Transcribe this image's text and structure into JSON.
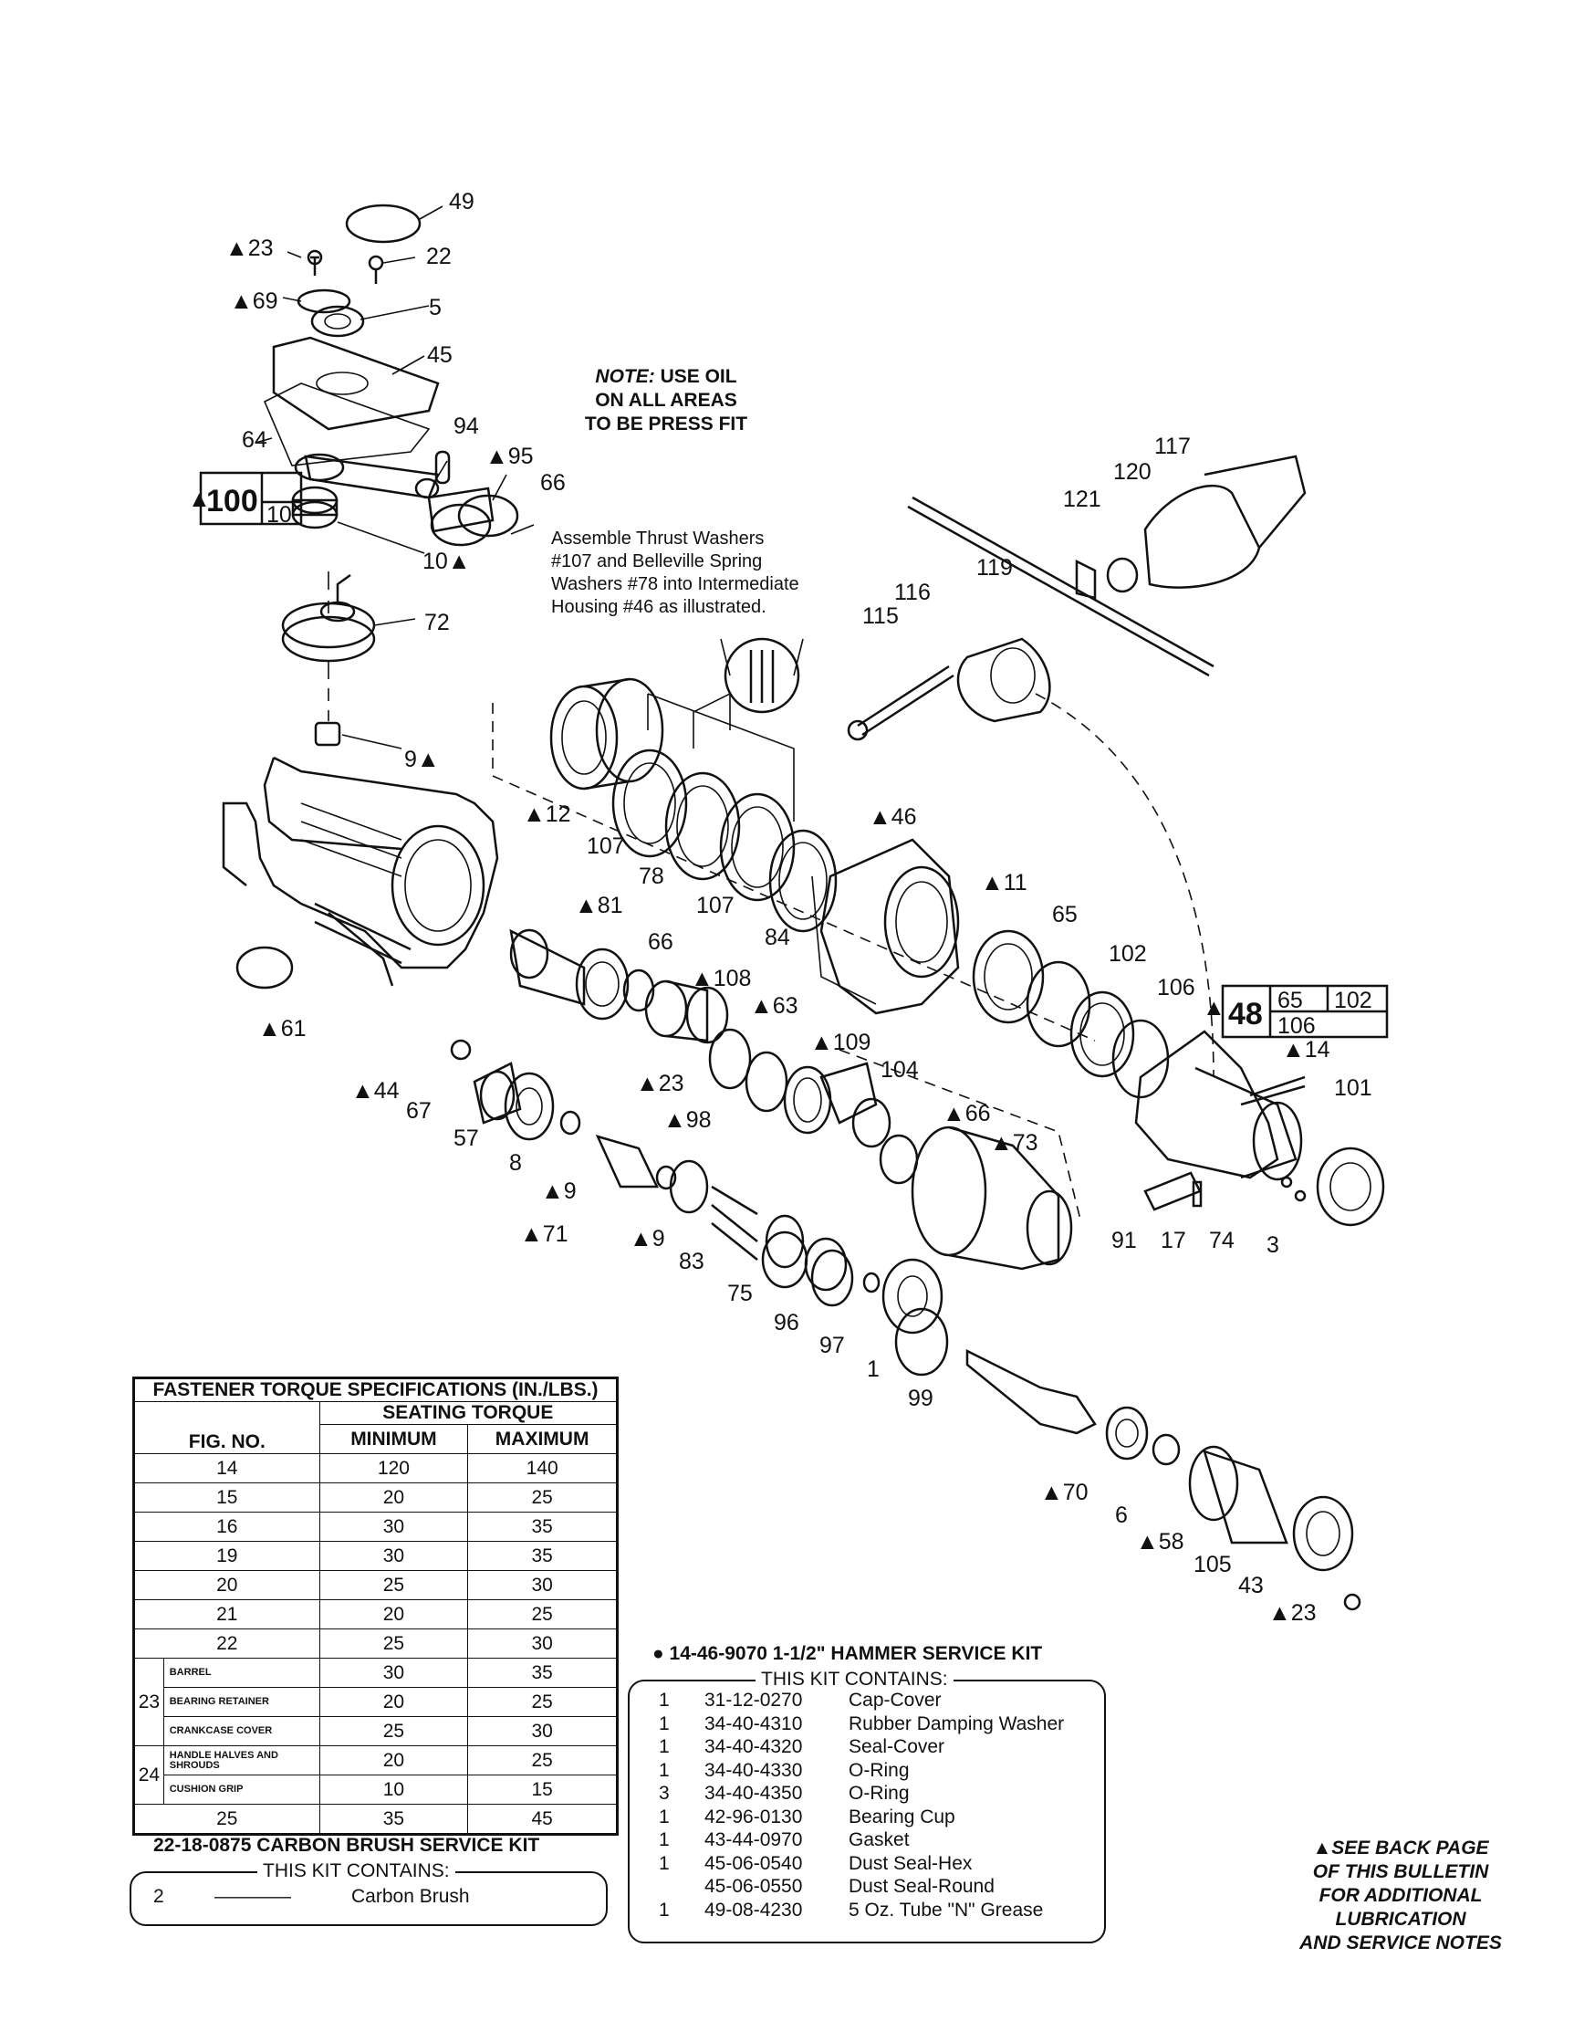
{
  "note": {
    "line1_em": "NOTE:",
    "line1_rest": " USE OIL",
    "line2": "ON ALL AREAS",
    "line3": "TO BE PRESS FIT"
  },
  "assemble_note": [
    "Assemble Thrust Washers",
    "#107 and Belleville Spring",
    "Washers #78 into Intermediate",
    "Housing #46 as illustrated."
  ],
  "callouts": {
    "c49": "49",
    "c22": "22",
    "c23a": "▲23",
    "c69": "▲69",
    "c5": "5",
    "c45": "45",
    "c64": "64",
    "c94": "94",
    "c95": "▲95",
    "c66a": "66",
    "c10": "10▲",
    "c72": "72",
    "c9a": "9▲",
    "c61": "▲61",
    "c44": "▲44",
    "c12": "▲12",
    "c107a": "107",
    "c78": "78",
    "c107b": "107",
    "c46": "▲46",
    "c84": "84",
    "c81": "▲81",
    "c66b": "66",
    "c108": "▲108",
    "c63": "▲63",
    "c109": "▲109",
    "c23b": "▲23",
    "c98": "▲98",
    "c67": "67",
    "c57": "57",
    "c8": "8",
    "c9b": "▲9",
    "c71": "▲71",
    "c9c": "▲9",
    "c83": "83",
    "c75": "75",
    "c96": "96",
    "c97": "97",
    "c1": "1",
    "c99": "99",
    "c104": "104",
    "c66c": "▲66",
    "c73": "▲73",
    "c11": "▲11",
    "c65": "65",
    "c102": "102",
    "c106": "106",
    "c14": "▲14",
    "c101": "101",
    "c91": "91",
    "c17": "17",
    "c74": "74",
    "c3": "3",
    "c115": "115",
    "c116": "116",
    "c119": "119",
    "c121": "121",
    "c120": "120",
    "c117": "117",
    "c70": "▲70",
    "c6": "6",
    "c58": "▲58",
    "c105": "105",
    "c43": "43",
    "c23c": "▲23"
  },
  "box100": {
    "main": "100",
    "sub": "10"
  },
  "box48": {
    "main": "48",
    "sub1": "65",
    "sub2": "102",
    "sub3": "106"
  },
  "torque_table": {
    "title": "FASTENER TORQUE SPECIFICATIONS (IN./LBS.)",
    "seating": "SEATING TORQUE",
    "col_fig": "FIG. NO.",
    "col_min": "MINIMUM",
    "col_max": "MAXIMUM",
    "rows": [
      {
        "fig": "14",
        "min": "120",
        "max": "140"
      },
      {
        "fig": "15",
        "min": "20",
        "max": "25"
      },
      {
        "fig": "16",
        "min": "30",
        "max": "35"
      },
      {
        "fig": "19",
        "min": "30",
        "max": "35"
      },
      {
        "fig": "20",
        "min": "25",
        "max": "30"
      },
      {
        "fig": "21",
        "min": "20",
        "max": "25"
      },
      {
        "fig": "22",
        "min": "25",
        "max": "30"
      }
    ],
    "group23": {
      "fig": "23",
      "rows": [
        {
          "desc": "BARREL",
          "min": "30",
          "max": "35"
        },
        {
          "desc": "BEARING RETAINER",
          "min": "20",
          "max": "25"
        },
        {
          "desc": "CRANKCASE COVER",
          "min": "25",
          "max": "30"
        }
      ]
    },
    "group24": {
      "fig": "24",
      "rows": [
        {
          "desc": "HANDLE HALVES AND SHROUDS",
          "min": "20",
          "max": "25"
        },
        {
          "desc": "CUSHION GRIP",
          "min": "10",
          "max": "15"
        }
      ]
    },
    "last": {
      "fig": "25",
      "min": "35",
      "max": "45"
    }
  },
  "carbon_kit": {
    "title": "22-18-0875 CARBON BRUSH SERVICE KIT",
    "contains": "THIS KIT CONTAINS:",
    "qty": "2",
    "dash": "————",
    "desc": "Carbon Brush"
  },
  "hammer_kit": {
    "title": "● 14-46-9070 1-1/2\" HAMMER SERVICE KIT",
    "contains": "THIS KIT CONTAINS:",
    "rows": [
      {
        "qty": "1",
        "part": "31-12-0270",
        "desc": "Cap-Cover"
      },
      {
        "qty": "1",
        "part": "34-40-4310",
        "desc": "Rubber Damping Washer"
      },
      {
        "qty": "1",
        "part": "34-40-4320",
        "desc": "Seal-Cover"
      },
      {
        "qty": "1",
        "part": "34-40-4330",
        "desc": "O-Ring"
      },
      {
        "qty": "3",
        "part": "34-40-4350",
        "desc": "O-Ring"
      },
      {
        "qty": "1",
        "part": "42-96-0130",
        "desc": "Bearing Cup"
      },
      {
        "qty": "1",
        "part": "43-44-0970",
        "desc": "Gasket"
      },
      {
        "qty": "1",
        "part": "45-06-0540",
        "desc": "Dust Seal-Hex"
      },
      {
        "qty": "",
        "part": "45-06-0550",
        "desc": "Dust Seal-Round"
      },
      {
        "qty": "1",
        "part": "49-08-4230",
        "desc": "5 Oz. Tube \"N\" Grease"
      }
    ]
  },
  "see_back": [
    "▲SEE BACK PAGE",
    "OF THIS BULLETIN",
    "FOR ADDITIONAL",
    "LUBRICATION",
    "AND SERVICE NOTES"
  ]
}
